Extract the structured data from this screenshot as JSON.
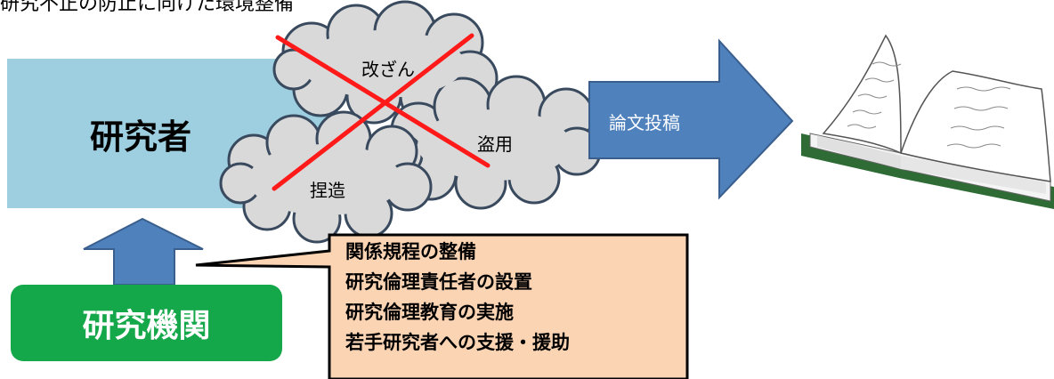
{
  "header": {
    "title": "研究不正の防止に向けた環境整備"
  },
  "researcher": {
    "label": "研究者"
  },
  "misconduct": {
    "falsification": "改ざん",
    "plagiarism": "盗用",
    "fabrication": "捏造"
  },
  "submission": {
    "label": "論文投稿"
  },
  "institution": {
    "label": "研究機関"
  },
  "measures": [
    "関係規程の整備",
    "研究倫理責任者の設置",
    "研究倫理教育の実施",
    "若手研究者への支援・援助"
  ],
  "colors": {
    "researcher_box": "#9dcfe0",
    "cloud_fill": "#d9d9d9",
    "cloud_stroke": "#3a4a5e",
    "cross": "#ff1a1a",
    "arrow": "#4f81bd",
    "institution_box": "#15a84a",
    "callout_fill": "#fbd4b4",
    "book_cover": "#2f6b35"
  }
}
